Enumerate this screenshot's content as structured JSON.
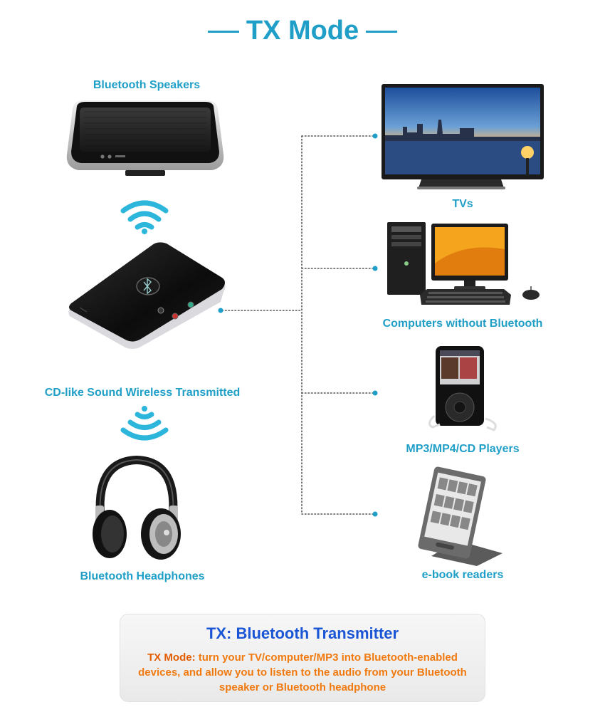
{
  "header": {
    "title": "TX Mode"
  },
  "left_devices": [
    {
      "label": "Bluetooth Speakers"
    },
    {
      "label": "CD-like Sound Wireless Transmitted"
    },
    {
      "label": "Bluetooth Headphones"
    }
  ],
  "right_devices": [
    {
      "label": "TVs"
    },
    {
      "label": "Computers without Bluetooth"
    },
    {
      "label": "MP3/MP4/CD Players"
    },
    {
      "label": "e-book readers"
    }
  ],
  "footer": {
    "title": "TX: Bluetooth Transmitter",
    "desc_lead": "TX Mode:",
    "desc_body": " turn your TV/computer/MP3 into Bluetooth-enabled devices, and allow you to listen to the audio from your Bluetooth speaker or Bluetooth headphone"
  },
  "colors": {
    "accent": "#1f9fc7",
    "footer_title": "#1a55d6",
    "footer_text": "#f07a10"
  }
}
